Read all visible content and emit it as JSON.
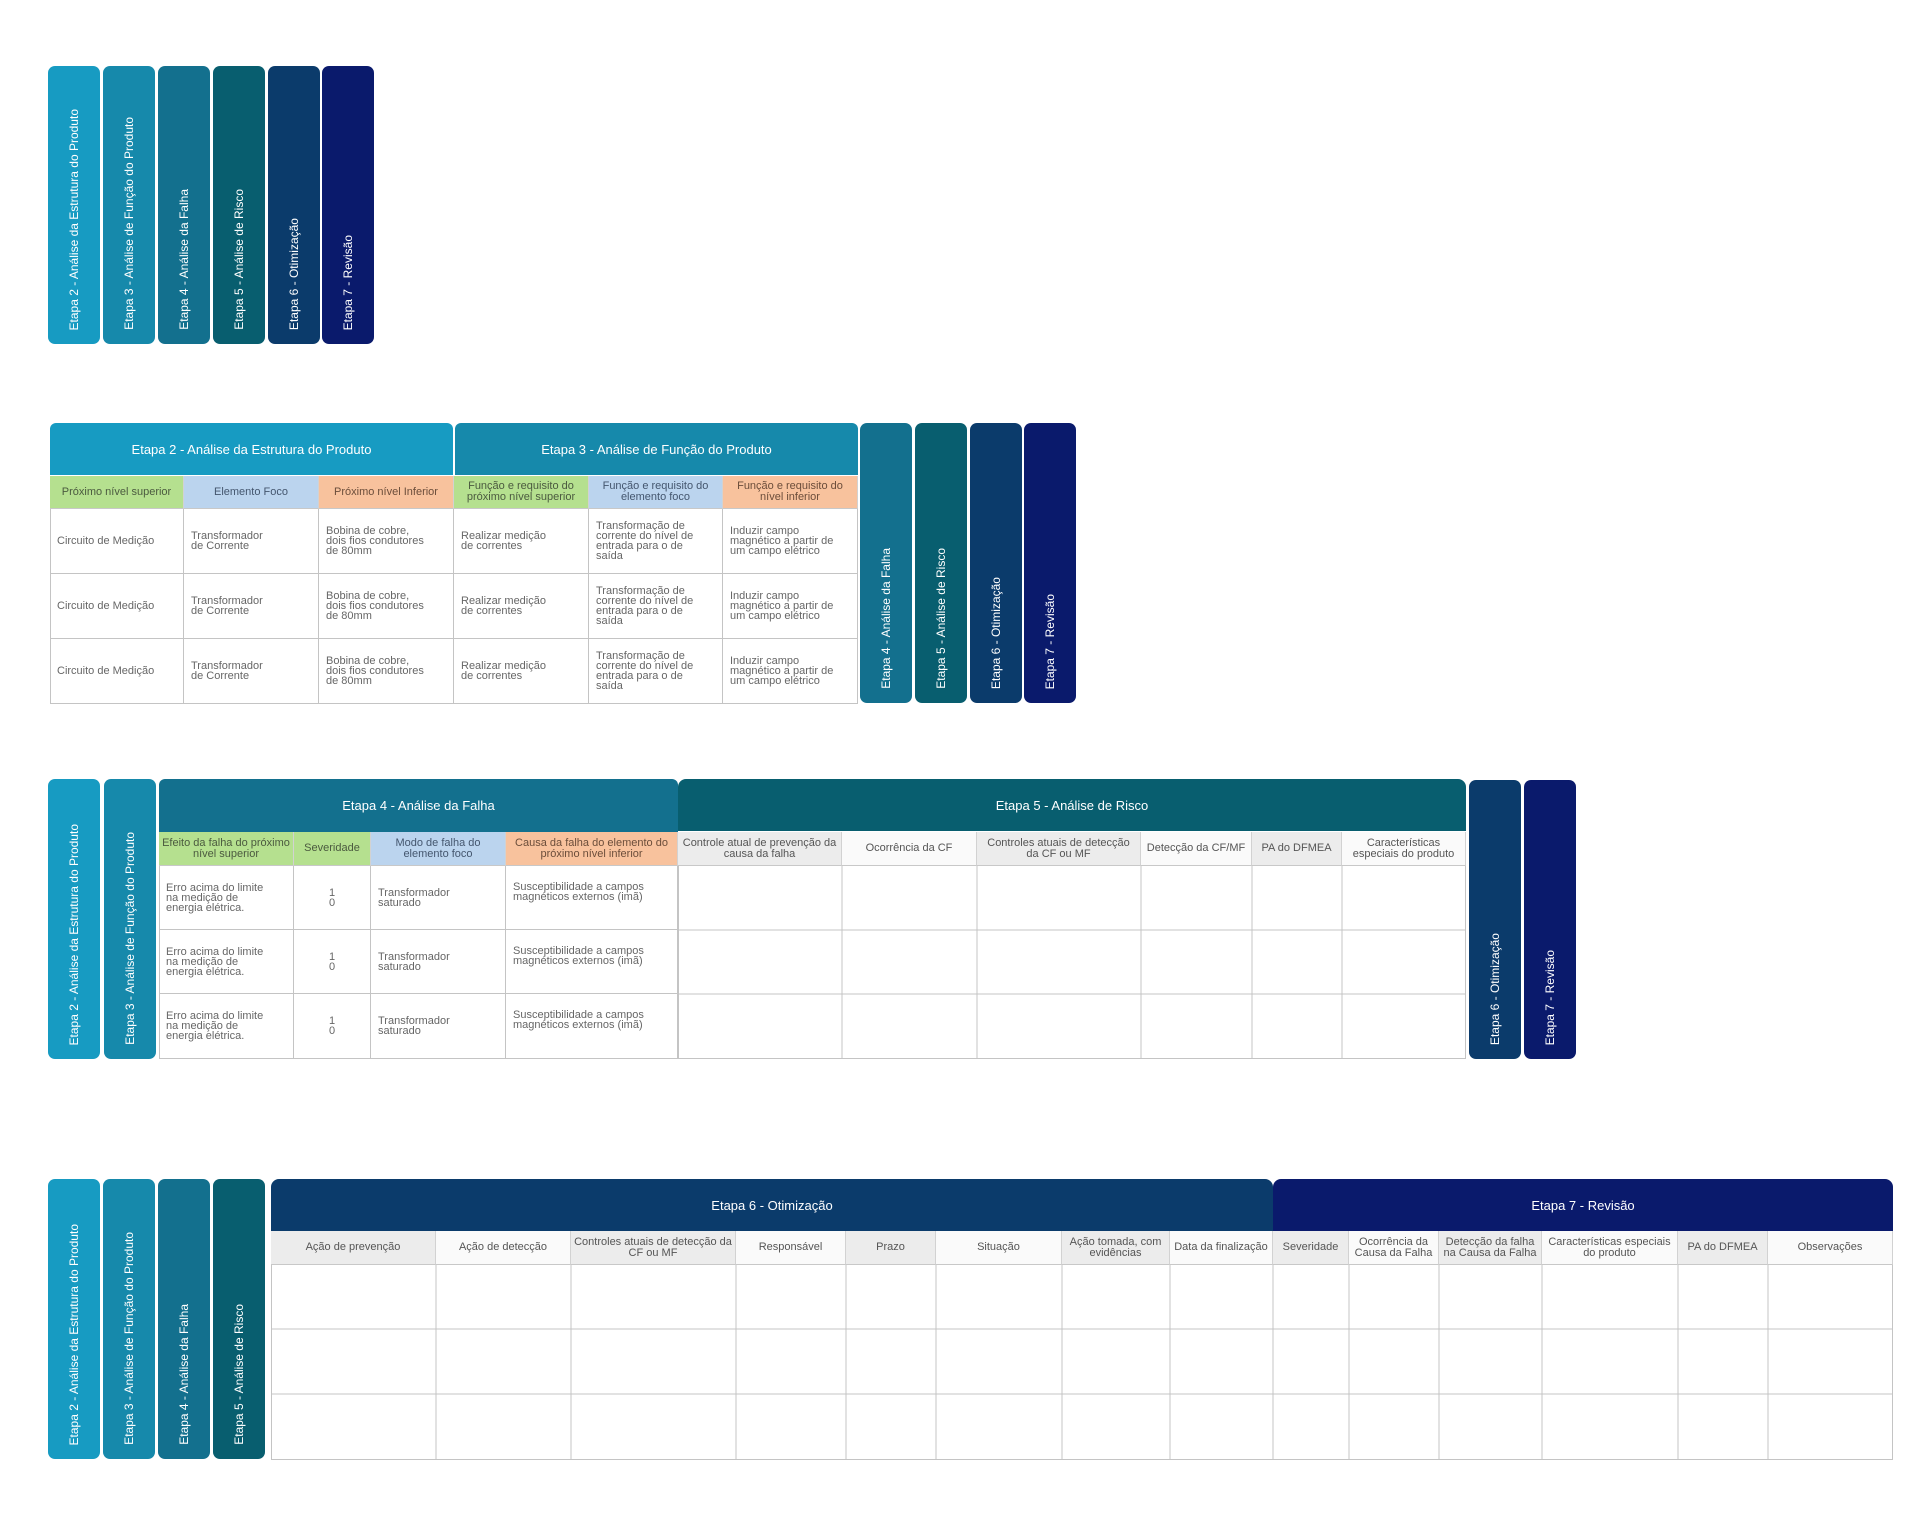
{
  "etapas": {
    "e2": "Etapa 2 - Análise da Estrutura do Produto",
    "e3": "Etapa 3 - Análise de Função do Produto",
    "e4": "Etapa 4 - Análise da Falha",
    "e5": "Etapa 5 - Análise de Risco",
    "e6": "Etapa 6 - Otimização",
    "e7": "Etapa 7 - Revisão"
  },
  "colors": {
    "e2": "#179bc2",
    "e3": "#1689ab",
    "e4": "#13708e",
    "e5": "#085e6f",
    "e6": "#0b3b6b",
    "e7": "#0a1a6c"
  },
  "section2": {
    "columns": [
      "Próximo nível superior",
      "Elemento Foco",
      "Próximo nível Inferior",
      "Função e requisito do próximo nível superior",
      "Função e requisito do elemento foco",
      "Função e requisito do nível inferior"
    ],
    "rows": [
      [
        "Circuito de Medição",
        "Transformador\nde Corrente",
        "Bobina de cobre,\ndois fios condutores\nde 80mm",
        "Realizar medição\nde correntes",
        "Transformação de\ncorrente do nível de\nentrada para o de\nsaída",
        "Induzir campo\nmagnético a partir de\num campo elétrico"
      ],
      [
        "Circuito de Medição",
        "Transformador\nde Corrente",
        "Bobina de cobre,\ndois fios condutores\nde 80mm",
        "Realizar medição\nde correntes",
        "Transformação de\ncorrente do nível de\nentrada para o de\nsaída",
        "Induzir campo\nmagnético a partir de\num campo elétrico"
      ],
      [
        "Circuito de Medição",
        "Transformador\nde Corrente",
        "Bobina de cobre,\ndois fios condutores\nde 80mm",
        "Realizar medição\nde correntes",
        "Transformação de\ncorrente do nível de\nentrada para o de\nsaída",
        "Induzir campo\nmagnético a partir de\num campo elétrico"
      ]
    ]
  },
  "section3": {
    "columns4": [
      "Efeito da falha do próximo nível superior",
      "Severidade",
      "Modo de falha do elemento foco",
      "Causa da falha do elemento do próximo nível inferior"
    ],
    "columns5": [
      "Controle atual de prevenção da causa da falha",
      "Ocorrência da CF",
      "Controles atuais de detecção da CF ou MF",
      "Detecção da CF/MF",
      "PA do DFMEA",
      "Características especiais do produto"
    ],
    "rows": [
      [
        "Erro acima do limite\nna medição de\nenergia elétrica.",
        "1\n0",
        "Transformador\nsaturado",
        "Susceptibilidade a campos\nmagnéticos externos (imã)"
      ],
      [
        "Erro acima do limite\nna medição de\nenergia elétrica.",
        "1\n0",
        "Transformador\nsaturado",
        "Susceptibilidade a campos\nmagnéticos externos (imã)"
      ],
      [
        "Erro acima do limite\nna medição de\nenergia elétrica.",
        "1\n0",
        "Transformador\nsaturado",
        "Susceptibilidade a campos\nmagnéticos externos (imã)"
      ]
    ]
  },
  "section4": {
    "columns6": [
      "Ação de prevenção",
      "Ação de detecção",
      "Controles atuais de detecção da CF ou MF",
      "Responsável",
      "Prazo",
      "Situação",
      "Ação tomada, com evidências",
      "Data da finalização"
    ],
    "columns7": [
      "Severidade",
      "Ocorrência da Causa da Falha",
      "Detecção da falha na Causa da Falha",
      "Características especiais do produto",
      "PA do DFMEA",
      "Observações"
    ]
  }
}
